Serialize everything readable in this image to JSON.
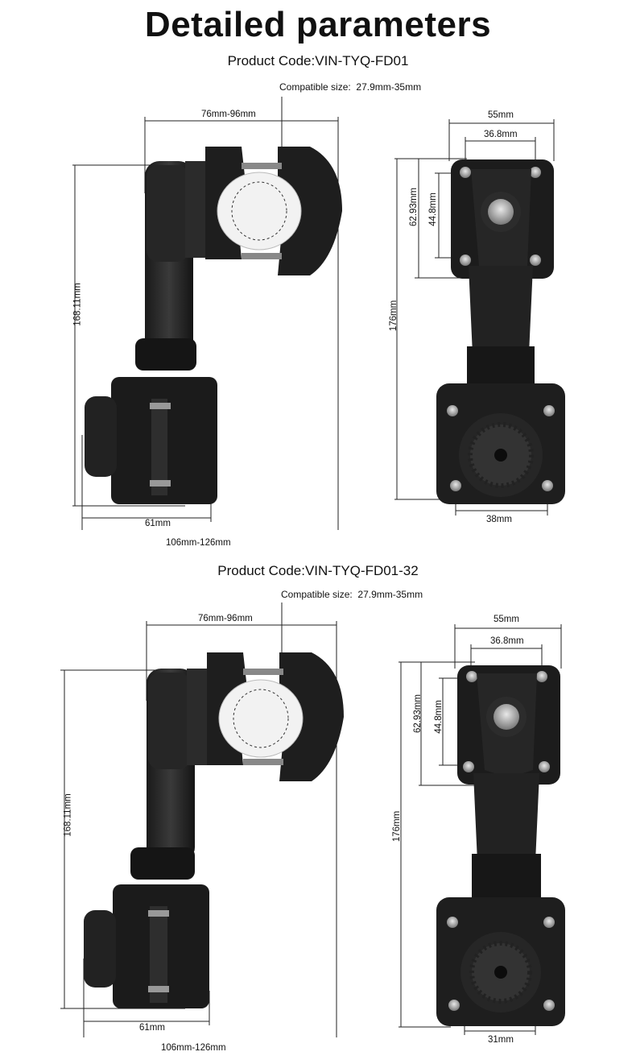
{
  "title": "Detailed parameters",
  "products": [
    {
      "code": "Product Code:VIN-TYQ-FD01",
      "compatible_label": "Compatible size:",
      "compatible_value": "27.9mm-35mm",
      "dims": {
        "clamp_width": "76mm-96mm",
        "height_side": "168.11mm",
        "base_width": "61mm",
        "total_width": "106mm-126mm",
        "plate_width": "55mm",
        "hole_spacing_h": "36.8mm",
        "plate_height": "62.93mm",
        "hole_spacing_v": "44.8mm",
        "height_front": "176mm",
        "bottom_width": "38mm"
      }
    },
    {
      "code": "Product Code:VIN-TYQ-FD01-32",
      "compatible_label": "Compatible size:",
      "compatible_value": "27.9mm-35mm",
      "dims": {
        "clamp_width": "76mm-96mm",
        "height_side": "168.11mm",
        "base_width": "61mm",
        "total_width": "106mm-126mm",
        "plate_width": "55mm",
        "hole_spacing_h": "36.8mm",
        "plate_height": "62.93mm",
        "hole_spacing_v": "44.8mm",
        "height_front": "176mm",
        "bottom_width": "31mm"
      }
    }
  ]
}
